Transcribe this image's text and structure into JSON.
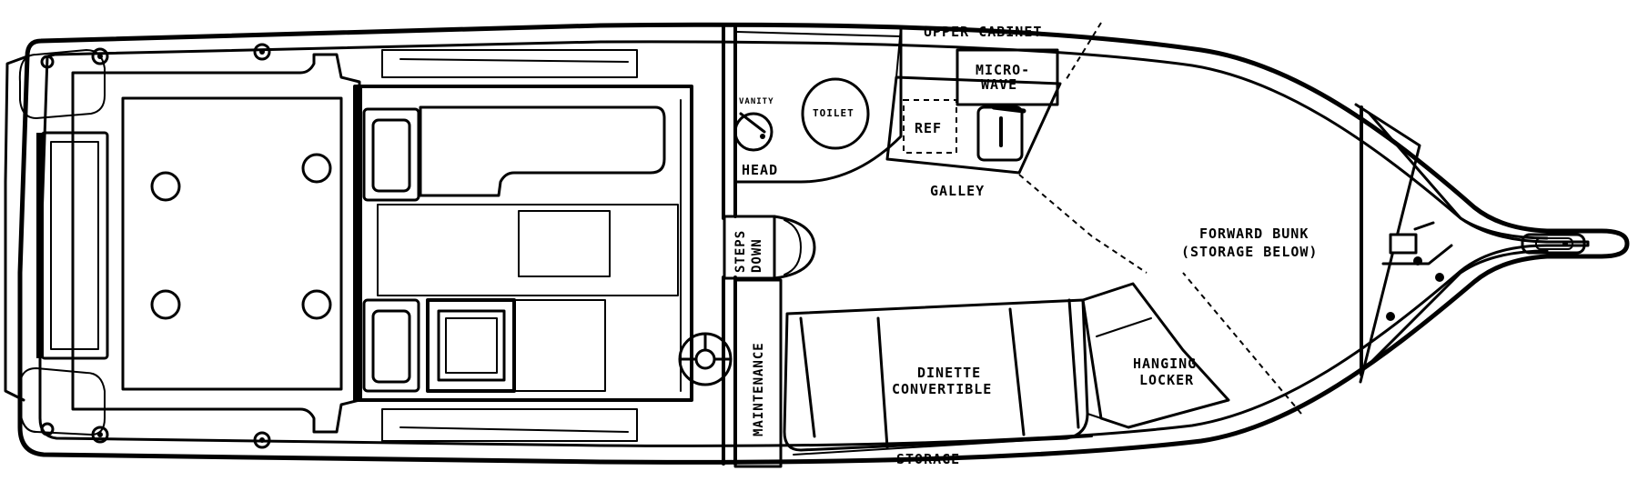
{
  "labels": {
    "upper_cabinet": "UPPER CABINET",
    "microwave_line1": "MICRO-",
    "microwave_line2": "WAVE",
    "vanity": "VANITY",
    "toilet": "TOILET",
    "ref": "REF",
    "head": "HEAD",
    "galley": "GALLEY",
    "steps_line1": "STEPS",
    "steps_line2": "DOWN",
    "forward_bunk_line1": "FORWARD BUNK",
    "forward_bunk_line2": "(STORAGE BELOW)",
    "maintenance": "MAINTENANCE",
    "dinette_line1": "DINETTE",
    "dinette_line2": "CONVERTIBLE",
    "hanging_line1": "HANGING",
    "hanging_line2": "LOCKER",
    "storage": "STORAGE"
  }
}
